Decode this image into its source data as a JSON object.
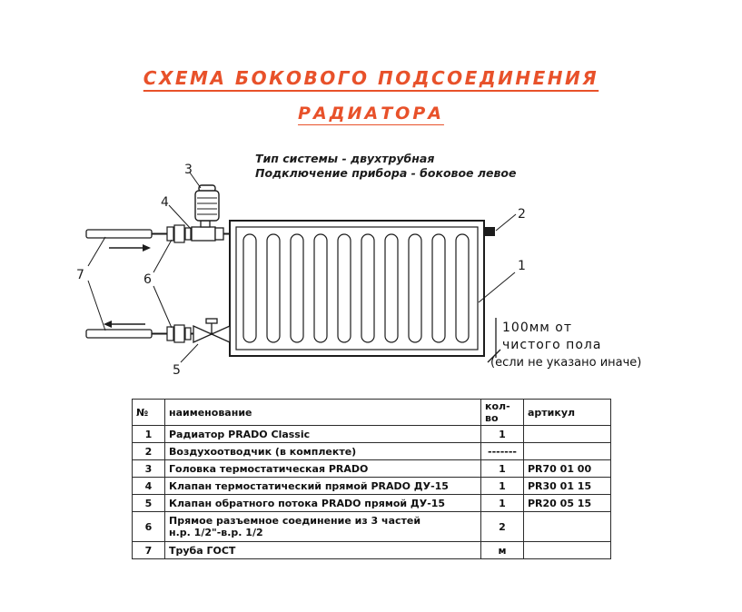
{
  "title": {
    "line1": "СХЕМА БОКОВОГО ПОДСОЕДИНЕНИЯ",
    "line2": "РАДИАТОРА",
    "color": "#e8512a"
  },
  "system_info": {
    "line1": "Тип системы - двухтрубная",
    "line2": "Подключение прибора - боковое левое"
  },
  "diagram": {
    "callouts": {
      "c1": "1",
      "c2": "2",
      "c3": "3",
      "c4": "4",
      "c5": "5",
      "c6": "6",
      "c7": "7"
    },
    "floor_note": {
      "line1": "100мм от",
      "line2": "чистого пола",
      "line3": "(если не указано иначе)"
    }
  },
  "table": {
    "headers": {
      "num": "№",
      "name": "наименование",
      "qty": "кол-во",
      "article": "артикул"
    },
    "rows": [
      {
        "num": "1",
        "name": "Радиатор PRADO Classic",
        "qty": "1",
        "article": ""
      },
      {
        "num": "2",
        "name": "Воздухоотводчик (в комплекте)",
        "qty": "-------",
        "article": ""
      },
      {
        "num": "3",
        "name": "Головка термостатическая PRADO",
        "qty": "1",
        "article": "PR70 01 00"
      },
      {
        "num": "4",
        "name": "Клапан термостатический прямой PRADO ДУ-15",
        "qty": "1",
        "article": "PR30 01 15"
      },
      {
        "num": "5",
        "name": "Клапан обратного потока PRADO прямой ДУ-15",
        "qty": "1",
        "article": "PR20 05 15"
      },
      {
        "num": "6",
        "name": "Прямое разъемное соединение из 3 частей\nн.р. 1/2\"-в.р. 1/2",
        "qty": "2",
        "article": ""
      },
      {
        "num": "7",
        "name": "Труба ГОСТ",
        "qty": "м",
        "article": ""
      }
    ]
  }
}
